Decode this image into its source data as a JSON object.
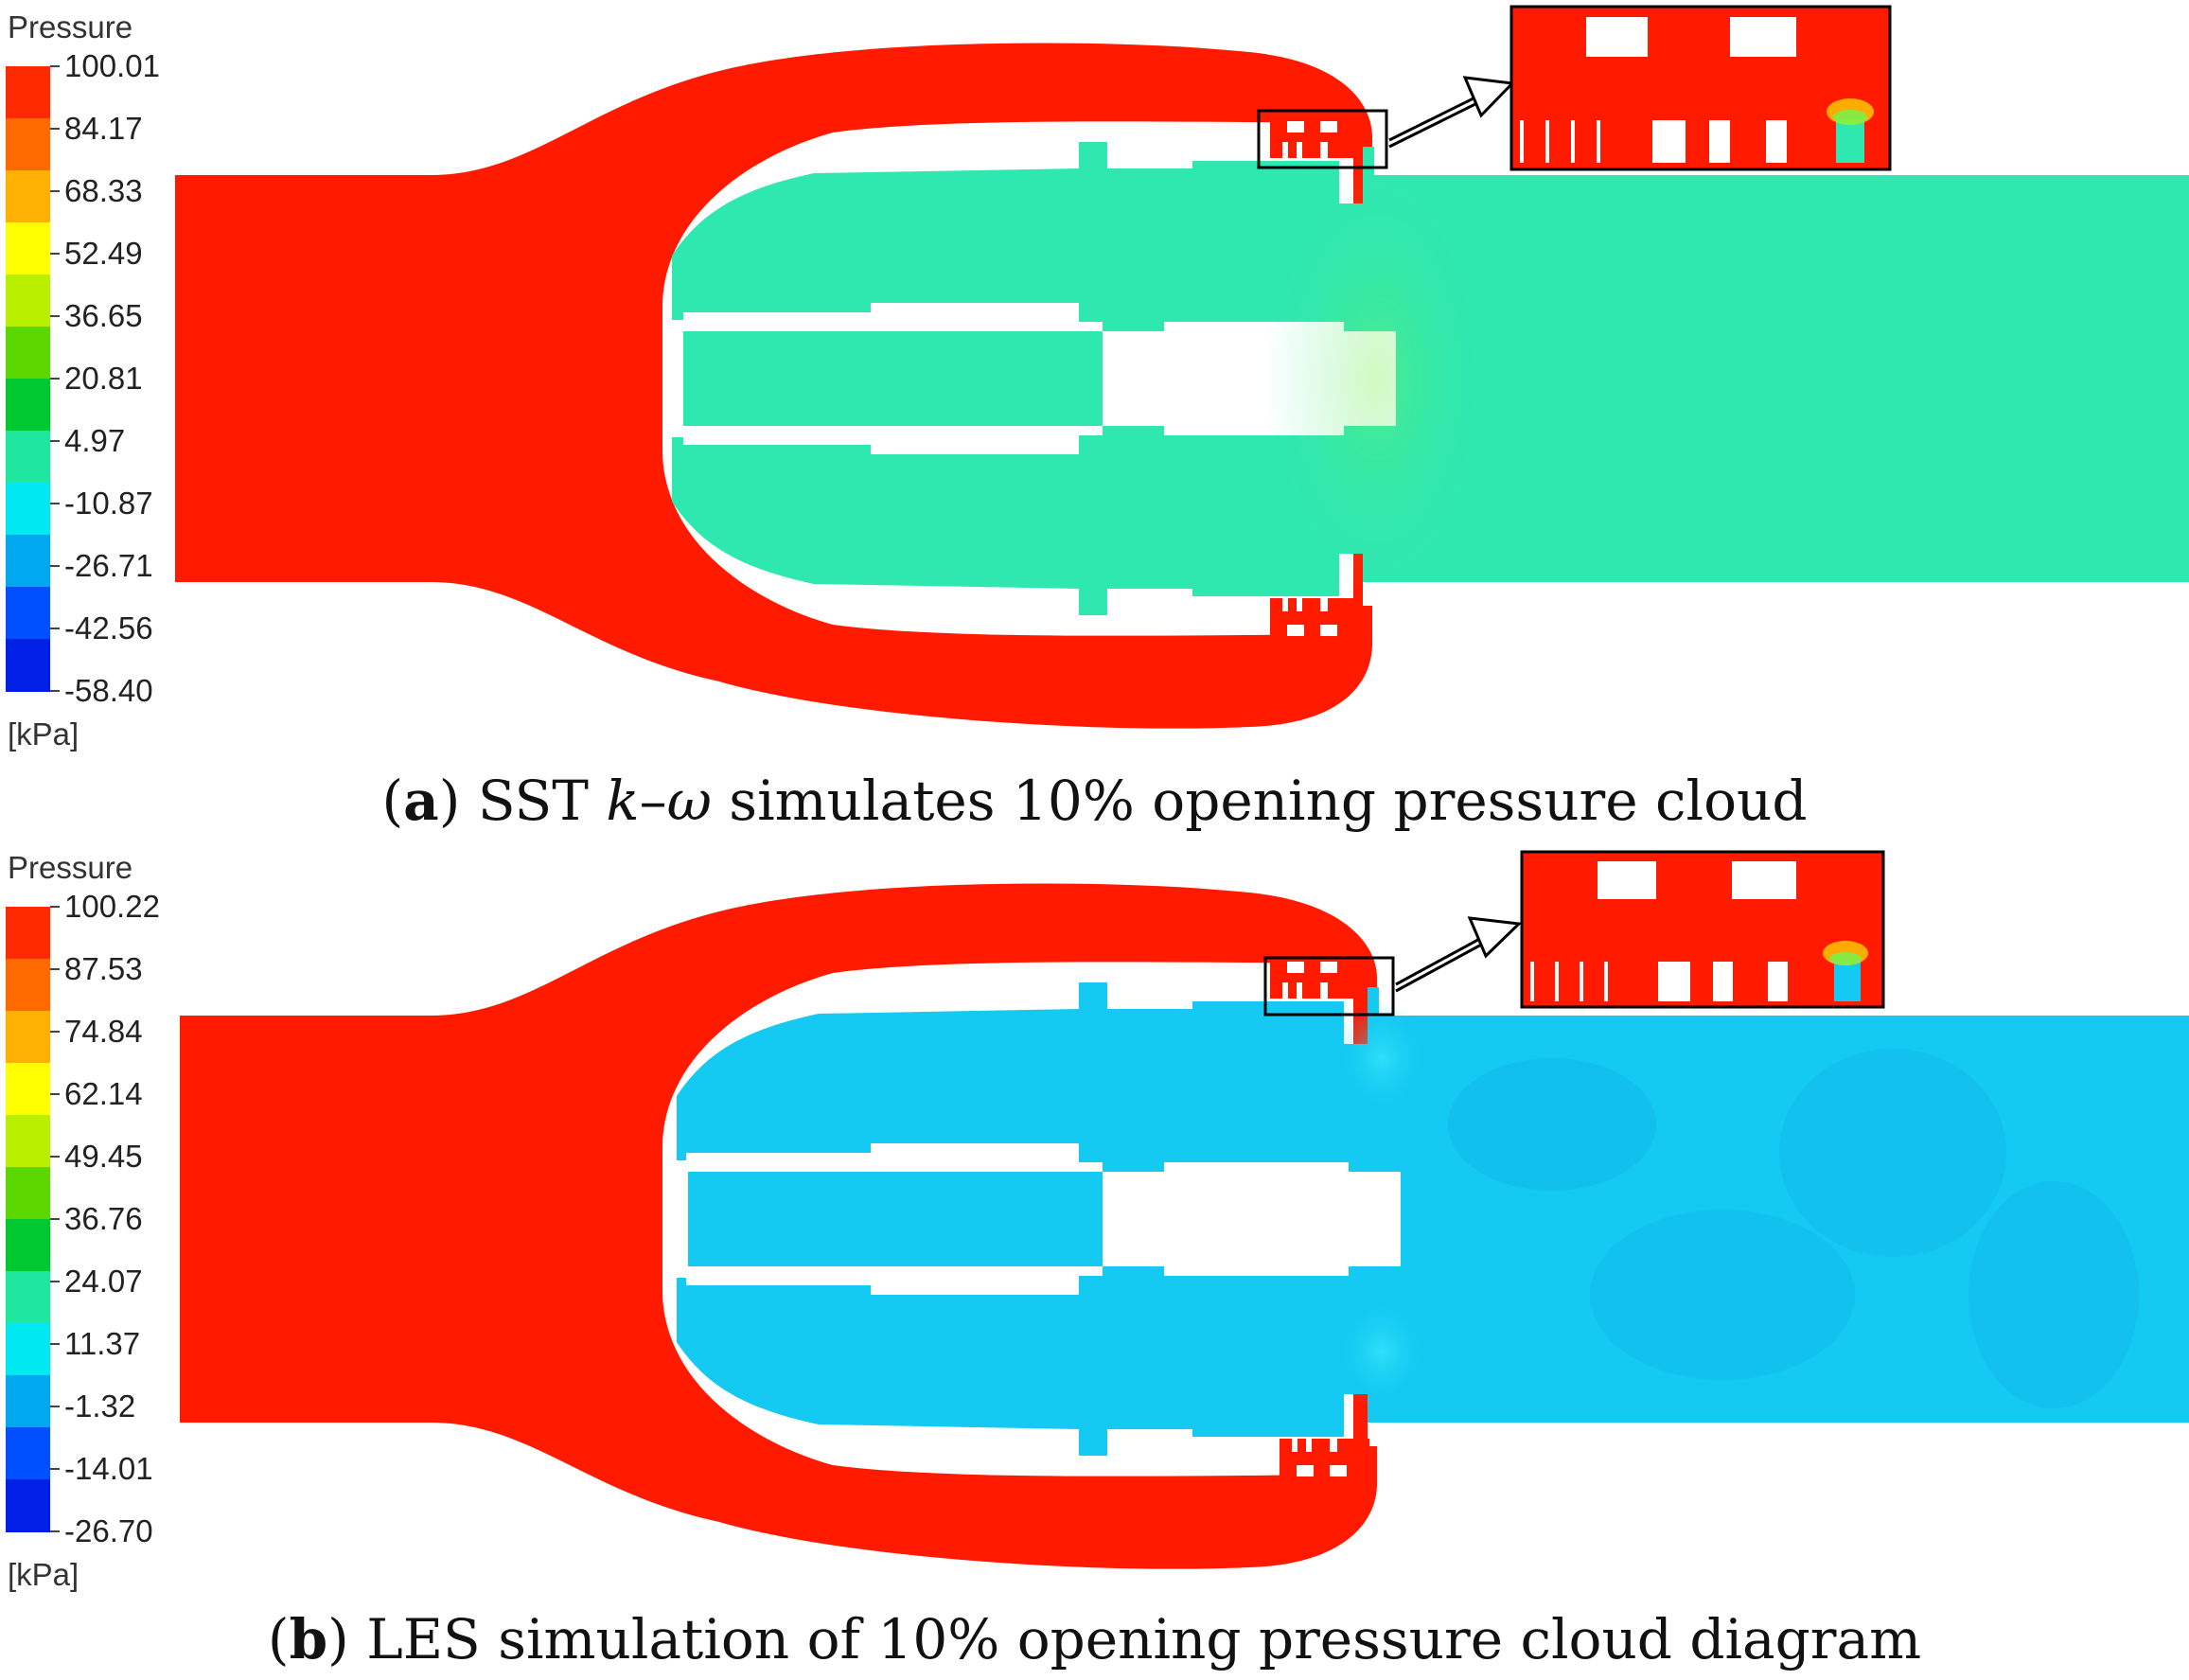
{
  "panels": [
    {
      "legend": {
        "title": "Pressure",
        "unit": "[kPa]",
        "labels": [
          "100.01",
          "84.17",
          "68.33",
          "52.49",
          "36.65",
          "20.81",
          "4.97",
          "-10.87",
          "-26.71",
          "-42.56",
          "-58.40"
        ]
      },
      "caption": {
        "tag": "a",
        "before_k": " SST ",
        "k": "k",
        "dash": "–",
        "omega": "ω",
        "after": " simulates 10% opening pressure cloud"
      },
      "colors": {
        "inlet": "#ff1a00",
        "field": "#2fe8b0"
      }
    },
    {
      "legend": {
        "title": "Pressure",
        "unit": "[kPa]",
        "labels": [
          "100.22",
          "87.53",
          "74.84",
          "62.14",
          "49.45",
          "36.76",
          "24.07",
          "11.37",
          "-1.32",
          "-14.01",
          "-26.70"
        ]
      },
      "caption": {
        "tag": "b",
        "text": " LES simulation of 10% opening pressure cloud diagram"
      },
      "colors": {
        "inlet": "#ff1a00",
        "field": "#14c9f2"
      }
    }
  ],
  "legend_colors": [
    "#ff2a00",
    "#ff6a00",
    "#ffb000",
    "#ffff00",
    "#b8f000",
    "#5cd800",
    "#00c830",
    "#1ee8a0",
    "#00e8f0",
    "#00a8f0",
    "#0050ff",
    "#0020e8"
  ]
}
